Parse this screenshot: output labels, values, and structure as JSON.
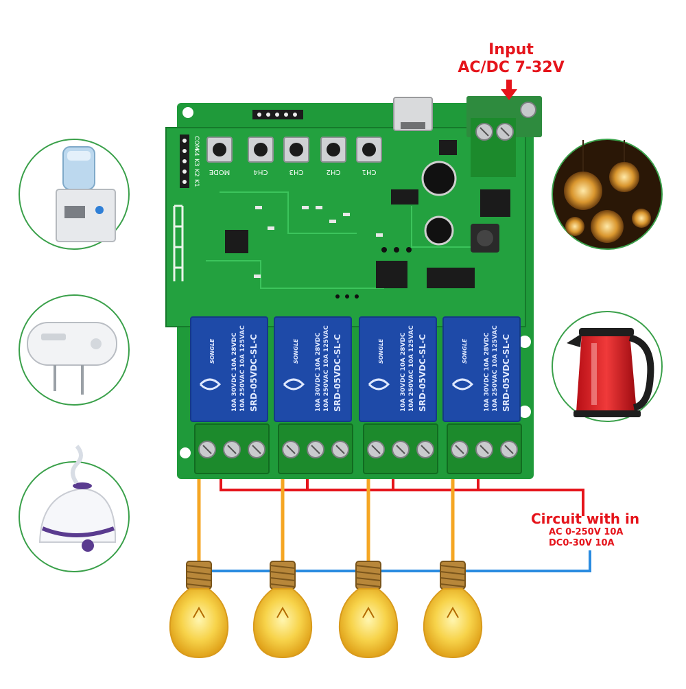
{
  "input": {
    "line1": "Input",
    "line2": "AC/DC 7-32V"
  },
  "load_spec": {
    "title": "Circuit with in",
    "ac": "AC 0-250V 10A",
    "dc": "DC0-30V 10A"
  },
  "board": {
    "buttons": [
      {
        "label": "MODE"
      },
      {
        "label": "CH4"
      },
      {
        "label": "CH3"
      },
      {
        "label": "CH2"
      },
      {
        "label": "CH1"
      }
    ],
    "header_pins": [
      "COM",
      "K4",
      "K3",
      "K2",
      "K1"
    ],
    "relay": {
      "brand": "SONGLE",
      "model": "SRD-05VDC-SL-C",
      "rating_ac": "10A 250VAC 10A 125VAC",
      "rating_dc": "10A 30VDC 10A 28VDC"
    },
    "relay_count": 4
  },
  "appliances": [
    {
      "icon": "water-dispenser-icon"
    },
    {
      "icon": "water-heater-icon"
    },
    {
      "icon": "humidifier-icon"
    },
    {
      "icon": "pendant-lamps-icon"
    },
    {
      "icon": "electric-kettle-icon"
    }
  ],
  "colors": {
    "pcb": "#1f9a3a",
    "relay": "#1e4aa8",
    "terminal": "#1c8a2c",
    "live_wire": "#e5141b",
    "load_wire": "#f5a623",
    "neutral_wire": "#2a8be0",
    "callout": "#e5141b"
  }
}
